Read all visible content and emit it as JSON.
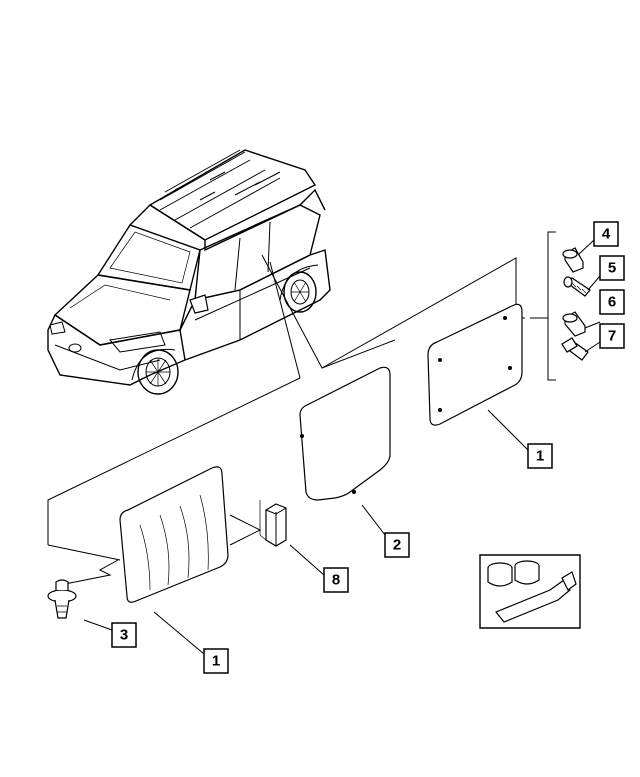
{
  "callouts": [
    {
      "id": "1a",
      "label": "1"
    },
    {
      "id": "1b",
      "label": "1"
    },
    {
      "id": "2",
      "label": "2"
    },
    {
      "id": "3",
      "label": "3"
    },
    {
      "id": "4",
      "label": "4"
    },
    {
      "id": "5",
      "label": "5"
    },
    {
      "id": "6",
      "label": "6"
    },
    {
      "id": "7",
      "label": "7"
    },
    {
      "id": "8",
      "label": "8"
    }
  ]
}
